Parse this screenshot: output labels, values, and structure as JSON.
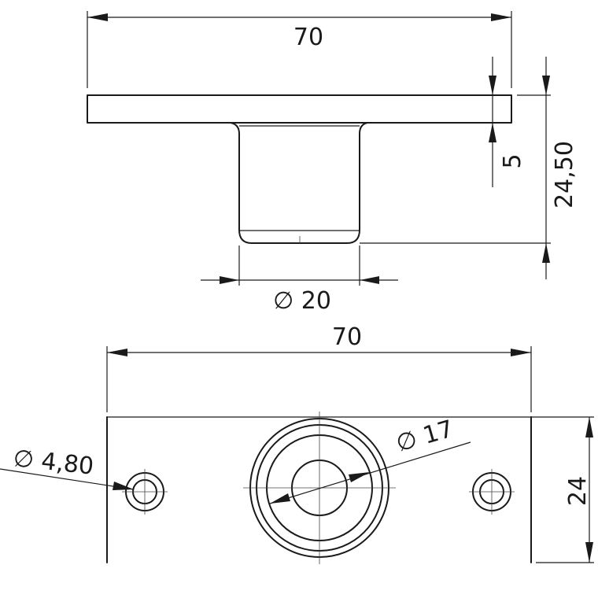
{
  "side_view": {
    "overall_width": "70",
    "plate_thickness": "5",
    "total_height": "24,50",
    "boss_diameter": "∅ 20"
  },
  "top_view": {
    "overall_width": "70",
    "hole_diameter": "∅ 4,80",
    "boss_diameter": "∅ 17",
    "plate_depth": "24"
  }
}
